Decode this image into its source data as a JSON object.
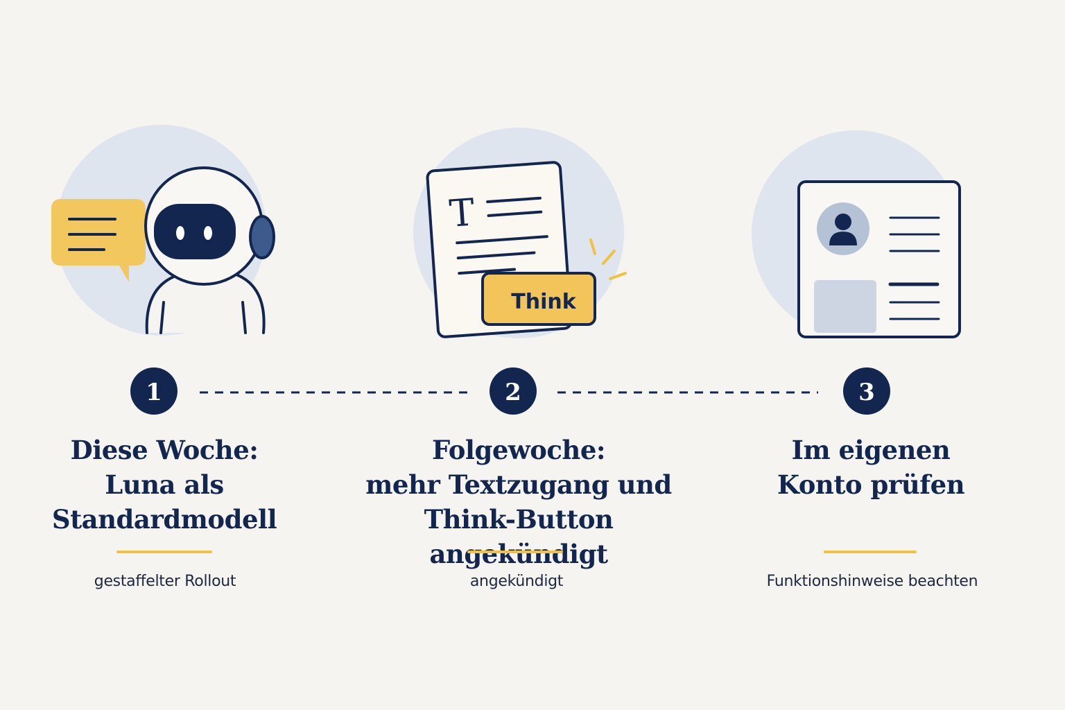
{
  "steps": [
    {
      "number": "1",
      "title_lines": [
        "Diese Woche:",
        "Luna als",
        "Standardmodell"
      ],
      "subtitle": "gestaffelter Rollout",
      "icon": "robot-assistant-icon"
    },
    {
      "number": "2",
      "title_lines": [
        "Folgewoche:",
        "mehr Textzugang und",
        "Think-Button angekündigt"
      ],
      "subtitle": "angekündigt",
      "icon": "document-think-icon",
      "button_label": "Think",
      "doc_letter": "T"
    },
    {
      "number": "3",
      "title_lines": [
        "Im eigenen",
        "Konto prüfen"
      ],
      "subtitle": "Funktionshinweise beachten",
      "icon": "profile-card-icon"
    }
  ],
  "colors": {
    "navy": "#13264f",
    "accent_yellow": "#f0c243",
    "circle_blue": "#dfe5ee",
    "background": "#f5f4f0"
  }
}
